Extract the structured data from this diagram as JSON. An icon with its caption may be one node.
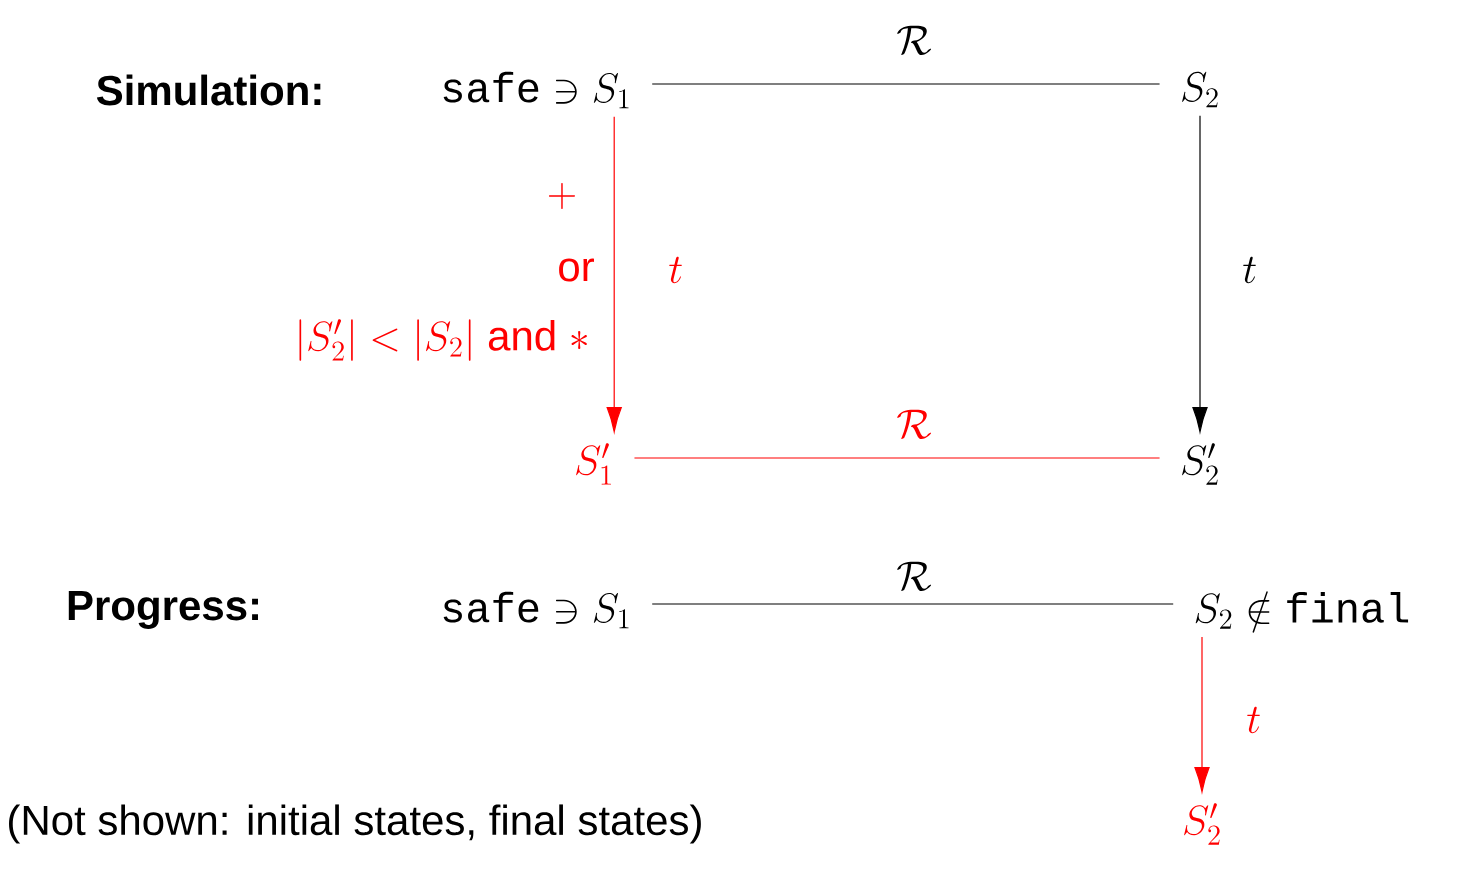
{
  "diagram": {
    "nodes": [
      {
        "text": [
          "\\mathtt{safe} \\ni S_1"
        ]
      },
      {
        "text": [
          "S_2"
        ]
      },
      {
        "text": [
          "S_1'"
        ]
      },
      {
        "text": [
          "S_2'"
        ]
      },
      {
        "text": [
          "\\mathtt{safe} \\ni S_1"
        ]
      },
      {
        "text": [
          "S_2 \\notin \\mathtt{final}"
        ]
      },
      {
        "text": [
          "S_2'"
        ]
      }
    ],
    "edges": [
      {
        "from": 0,
        "to": 1,
        "arrow": "none",
        "label": "\\mathcal{R}"
      },
      {
        "from": 0,
        "to": 2,
        "arrow": "to",
        "label": "t",
        "color": "#ff0000"
      },
      {
        "from": 1,
        "to": 3,
        "arrow": "to",
        "label": "t"
      },
      {
        "from": 2,
        "to": 3,
        "arrow": "none",
        "label": "\\mathcal{R}",
        "color": "#ff0000"
      },
      {
        "from": 4,
        "to": 5,
        "arrow": "none",
        "label": "\\mathcal{R}"
      },
      {
        "from": 5,
        "to": 6,
        "arrow": "to",
        "label": "t",
        "color": "#ff0000"
      }
    ],
    "labels": [
      "Simulation:",
      "+",
      "or",
      "|S_2'| < |S_2| \\mbox{ and } *",
      "Progress:",
      "(Not shown: initial states, final states)"
    ]
  }
}
